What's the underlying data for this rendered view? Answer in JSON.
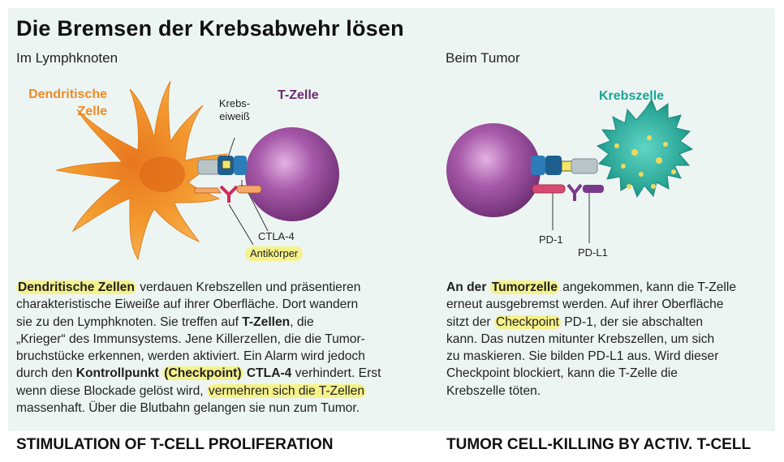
{
  "header": {
    "title": "Die Bremsen der Krebsabwehr lösen",
    "left_subtitle": "Im Lymphknoten",
    "right_subtitle": "Beim Tumor"
  },
  "left_diagram": {
    "dendritic_label_line1": "Dendritische",
    "dendritic_label_line2": "Zelle",
    "t_cell_label": "T-Zelle",
    "krebs_label_line1": "Krebs-",
    "krebs_label_line2": "eiweiß",
    "ctla4_label": "CTLA-4",
    "antibody_label": "Antikörper"
  },
  "right_diagram": {
    "krebszelle_label": "Krebszelle",
    "pd1_label": "PD-1",
    "pdl1_label": "PD-L1"
  },
  "left_text": {
    "line1_highlight": "Dendritische Zellen",
    "line1_rest": " verdauen Krebszellen und präsentieren",
    "line2": "charakteristische Eiweiße auf ihrer Oberfläche. Dort wandern",
    "line3_a": "sie zu den Lymphknoten. Sie treffen auf ",
    "line3_bold": "T-Zellen",
    "line3_b": ", die",
    "line4": "„Krieger“ des Immunsystems. Jene Killerzellen, die die Tumor-",
    "line5": "bruchstücke erkennen, werden aktiviert. Ein Alarm wird jedoch",
    "line6_a": "durch den ",
    "line6_bold1": "Kontrollpunkt",
    "line6_space": " ",
    "line6_highlight": "(Checkpoint)",
    "line6_bold2": " CTLA-4",
    "line6_b": " verhindert. Erst",
    "line7_a": "wenn diese Blockade gelöst wird, ",
    "line7_highlight": "vermehren sich die T-Zellen",
    "line8": "massenhaft. Über die Blutbahn gelangen sie nun zum Tumor."
  },
  "right_text": {
    "line1_bold": "An der ",
    "line1_highlight": "Tumorzelle",
    "line1_rest": " angekommen, kann die T-Zelle",
    "line2": "erneut ausgebremst werden. Auf ihrer Oberfläche",
    "line3_a": "sitzt der ",
    "line3_highlight": "Checkpoint",
    "line3_b": " PD-1, der sie abschalten",
    "line4": "kann. Das nutzen mitunter Krebszellen, um sich",
    "line5": "zu maskieren. Sie bilden PD-L1 aus. Wird dieser",
    "line6": "Checkpoint blockiert, kann die T-Zelle die",
    "line7": "Krebszelle töten."
  },
  "footer": {
    "left_caption": "STIMULATION OF T-CELL PROLIFERATION",
    "right_caption": "TUMOR CELL-KILLING BY ACTIV. T-CELL"
  },
  "colors": {
    "dendritic": "#f39a2f",
    "t_cell": "#8a3f8f",
    "tumor": "#2fb5a6",
    "highlight": "#f5f28c"
  }
}
